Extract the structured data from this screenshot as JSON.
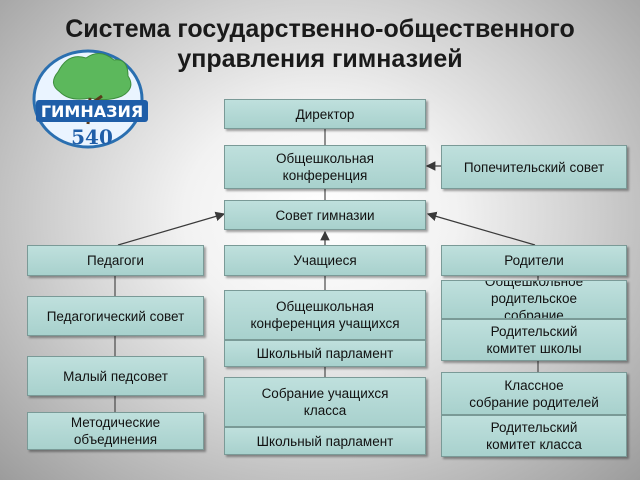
{
  "title": {
    "line1": "Система государственно-общественного",
    "line2": "управления гимназией"
  },
  "logo": {
    "text": "ГИМНАЗИЯ",
    "number": "540",
    "colors": {
      "leaves": "#5cb85c",
      "ring": "#2a6fb0",
      "text": "#1f5ea8"
    }
  },
  "colors": {
    "box_fill": "#b4d8d4",
    "box_border": "#7a9a97",
    "line": "#4a4a4a"
  },
  "center": {
    "director": "Директор",
    "conference": [
      "Общешкольная",
      "конференция"
    ],
    "council": "Совет гимназии",
    "students": "Учащиеся",
    "student_conference": [
      "Общешкольная",
      "конференция учащихся"
    ],
    "parliament_school": "Школьный парламент",
    "class_meeting": [
      "Собрание учащихся",
      "класса"
    ],
    "parliament_class": "Школьный парламент"
  },
  "left": {
    "teachers": "Педагоги",
    "pedagogical_council": "Педагогический совет",
    "small_council": "Малый педсовет",
    "methodical": [
      "Методические",
      "объединения"
    ]
  },
  "right": {
    "trustees": "Попечительский совет",
    "parents": "Родители",
    "parent_meeting": [
      "Общешкольное",
      "родительское",
      "собрание"
    ],
    "parent_committee_school": [
      "Родительский",
      "комитет школы"
    ],
    "class_parent_meeting": [
      "Классное",
      "собрание родителей"
    ],
    "parent_committee_class": [
      "Родительский",
      "комитет класса"
    ]
  }
}
